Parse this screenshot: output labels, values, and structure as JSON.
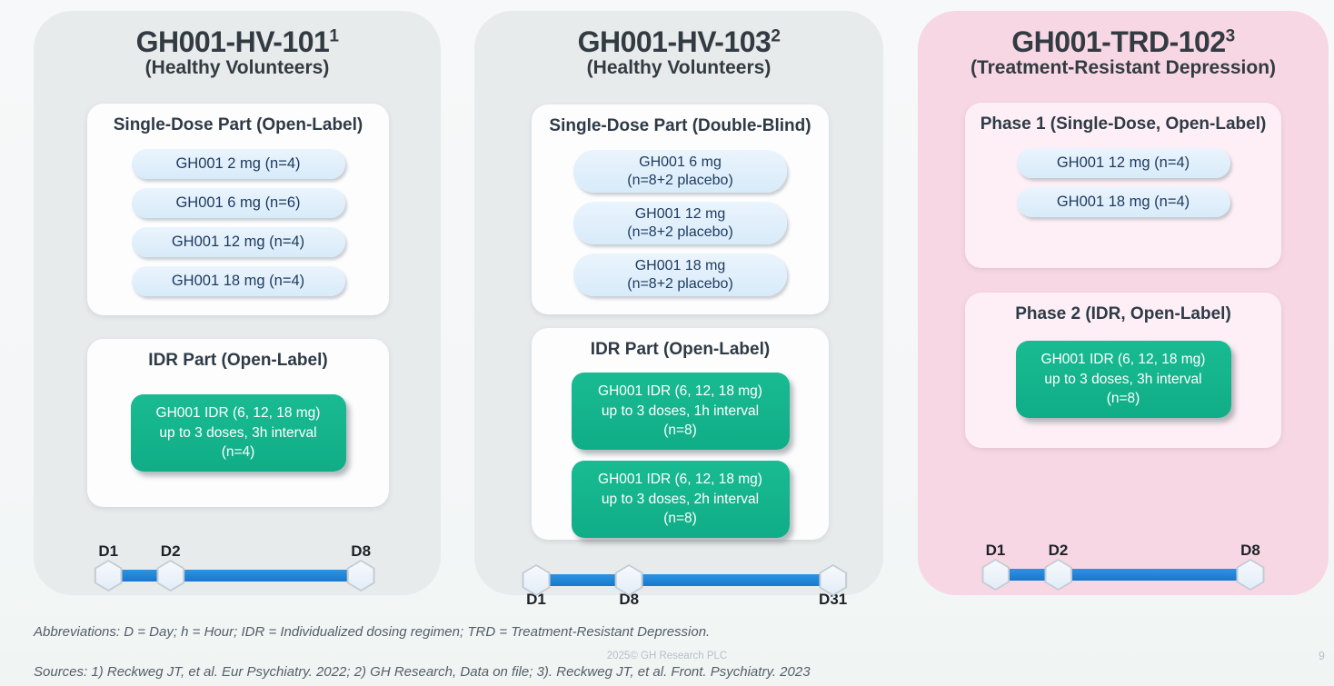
{
  "slide": {
    "page_number": "9",
    "footer": {
      "abbreviations": "Abbreviations: D = Day; h = Hour; IDR = Individualized dosing regimen; TRD = Treatment-Resistant Depression.",
      "copyright": "2025© GH Research PLC",
      "sources": "Sources: 1) Reckweg JT, et al. Eur Psychiatry. 2022; 2) GH Research, Data on file; 3). Reckweg JT, et al. Front. Psychiatry. 2023"
    }
  },
  "colors": {
    "panel_gray": "#e8ebec",
    "panel_pink": "#f8d7e4",
    "card_white": "#fdfdfe",
    "card_pink": "#fdeff5",
    "pill_blue": "#dcecf9",
    "idr_green": "#13b28c",
    "timeline_blue": "#1a82d8",
    "title_text": "#333b42",
    "pill_text": "#1d3a5e"
  },
  "columns": [
    {
      "title": "GH001-HV-101",
      "title_sup": "1",
      "subtitle": "(Healthy Volunteers)",
      "sections": [
        {
          "heading": "Single-Dose Part (Open-Label)",
          "pills": [
            "GH001 2 mg (n=4)",
            "GH001 6 mg (n=6)",
            "GH001 12 mg (n=4)",
            "GH001 18 mg (n=4)"
          ]
        },
        {
          "heading": "IDR Part (Open-Label)",
          "boxes": [
            [
              "GH001 IDR (6, 12, 18 mg)",
              "up to 3 doses, 3h interval",
              "(n=4)"
            ]
          ]
        }
      ],
      "timeline": {
        "days": [
          "D1",
          "D2",
          "D8"
        ]
      }
    },
    {
      "title": "GH001-HV-103",
      "title_sup": "2",
      "subtitle": "(Healthy Volunteers)",
      "sections": [
        {
          "heading": "Single-Dose Part (Double-Blind)",
          "pills": [
            [
              "GH001 6 mg",
              "(n=8+2 placebo)"
            ],
            [
              "GH001 12 mg",
              "(n=8+2 placebo)"
            ],
            [
              "GH001 18 mg",
              "(n=8+2 placebo)"
            ]
          ]
        },
        {
          "heading": "IDR Part (Open-Label)",
          "boxes": [
            [
              "GH001 IDR (6, 12, 18 mg)",
              "up to 3 doses, 1h interval",
              "(n=8)"
            ],
            [
              "GH001 IDR (6, 12, 18 mg)",
              "up to 3 doses, 2h interval",
              "(n=8)"
            ]
          ]
        }
      ],
      "timeline": {
        "days": [
          "D1",
          "D8",
          "D31"
        ]
      }
    },
    {
      "title": "GH001-TRD-102",
      "title_sup": "3",
      "subtitle": "(Treatment-Resistant Depression)",
      "sections": [
        {
          "heading": "Phase 1 (Single-Dose, Open-Label)",
          "pills": [
            "GH001 12 mg (n=4)",
            "GH001 18 mg (n=4)"
          ]
        },
        {
          "heading": "Phase 2 (IDR, Open-Label)",
          "boxes": [
            [
              "GH001 IDR (6, 12, 18 mg)",
              "up to 3 doses, 3h interval",
              "(n=8)"
            ]
          ]
        }
      ],
      "timeline": {
        "days": [
          "D1",
          "D2",
          "D8"
        ]
      }
    }
  ]
}
